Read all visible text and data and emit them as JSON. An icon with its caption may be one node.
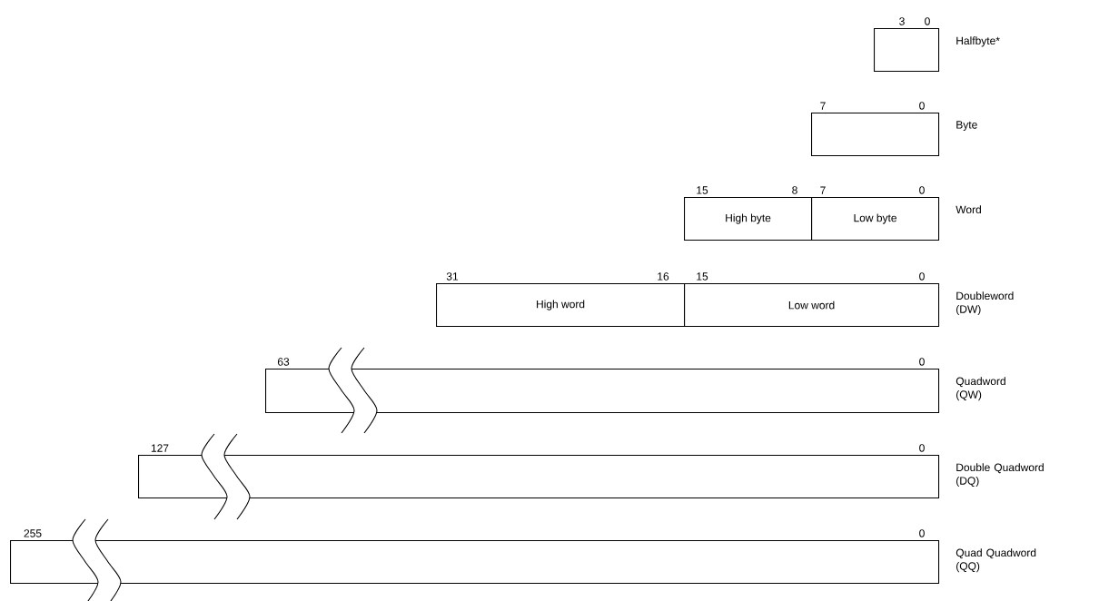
{
  "diagram": {
    "nodes": [
      {
        "text": [],
        "shape": "box",
        "beside": [
          "Halfbyte*"
        ]
      },
      {
        "text": [],
        "shape": "box",
        "beside": [
          "Byte"
        ]
      },
      {
        "text": [
          "High byte"
        ]
      },
      {
        "text": [
          "Low byte"
        ],
        "beside": [
          "Word"
        ]
      },
      {
        "text": [
          "High word"
        ]
      },
      {
        "text": [
          "Low word"
        ],
        "beside": [
          "Doubleword (DW)"
        ]
      },
      {
        "text": [],
        "shape": "box",
        "beside": [
          "Quadword (QW)"
        ]
      },
      {
        "text": [],
        "shape": "box",
        "beside": [
          "Double Quadword (DQ)"
        ]
      },
      {
        "text": [],
        "shape": "box",
        "beside": [
          "Quad Quadword (QQ)"
        ]
      }
    ],
    "labels": [
      "3",
      "0",
      "7",
      "0",
      "15",
      "8",
      "7",
      "0",
      "31",
      "16",
      "15",
      "0",
      "63",
      "0",
      "127",
      "0",
      "255",
      "0"
    ]
  }
}
